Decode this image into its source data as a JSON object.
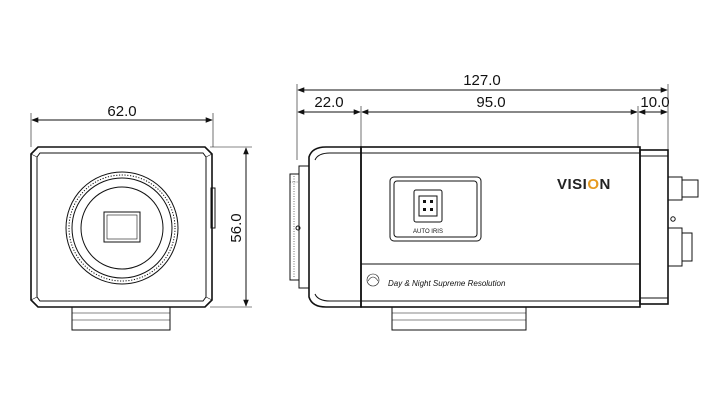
{
  "front_view": {
    "width_dim": "62.0",
    "height_dim": "56.0"
  },
  "side_view": {
    "total_length_dim": "127.0",
    "front_section_dim": "22.0",
    "body_section_dim": "95.0",
    "rear_section_dim": "10.0",
    "brand_prefix": "VISI",
    "brand_suffix": "N",
    "brand_accent_color": "#e69a1f",
    "button_label": "AUTO IRIS",
    "tagline": "Day & Night Supreme Resolution"
  }
}
